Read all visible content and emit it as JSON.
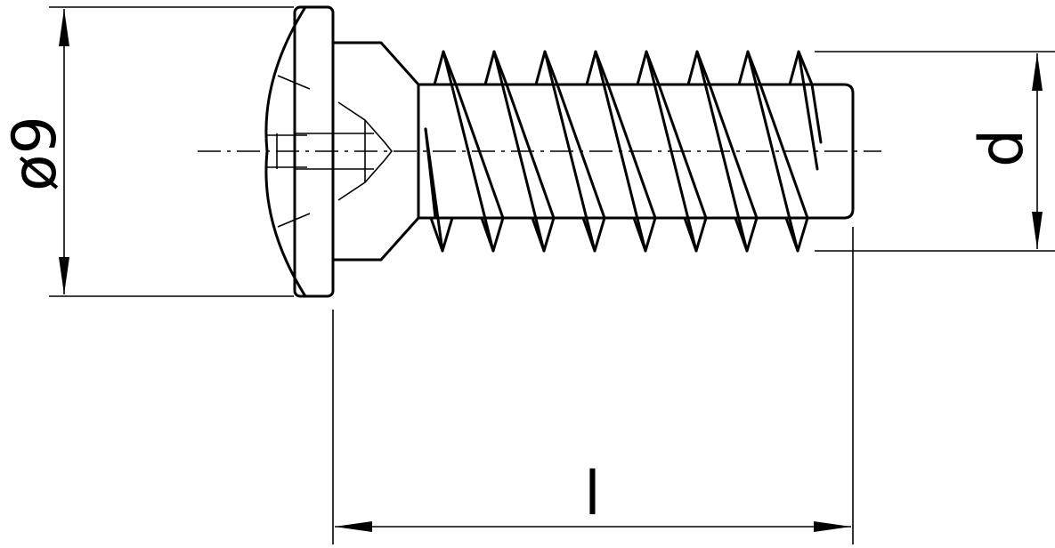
{
  "labels": {
    "head_diameter": "ø9",
    "thread_diameter": "d",
    "length": "l"
  }
}
